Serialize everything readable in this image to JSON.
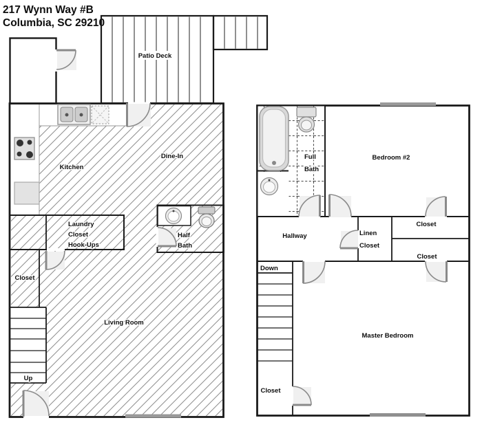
{
  "title": {
    "address_line1": "217 Wynn Way #B",
    "address_line2": "Columbia, SC 29210"
  },
  "floor1": {
    "patio_deck": "Patio Deck",
    "kitchen": "Kitchen",
    "dine_in": "Dine-In",
    "laundry": {
      "line1": "Laundry",
      "line2": "Closet",
      "line3": "Hook-Ups"
    },
    "half_bath": {
      "line1": "Half",
      "line2": "Bath"
    },
    "closet": "Closet",
    "living_room": "Living Room",
    "stairs": "Up"
  },
  "floor2": {
    "full_bath": {
      "line1": "Full",
      "line2": "Bath"
    },
    "bedroom2": "Bedroom #2",
    "hallway": "Hallway",
    "linen_closet": {
      "line1": "Linen",
      "line2": "Closet"
    },
    "bedroom2_closet": "Closet",
    "hall_wall_closet": "Closet",
    "stairs": "Down",
    "master_bedroom": "Master Bedroom",
    "master_closet": "Closet"
  },
  "colors": {
    "walls": "#1a1a1a",
    "hatch": "#8f8f8f",
    "fixtures": "#d9d9d9",
    "window": "#999999",
    "background": "#ffffff"
  }
}
